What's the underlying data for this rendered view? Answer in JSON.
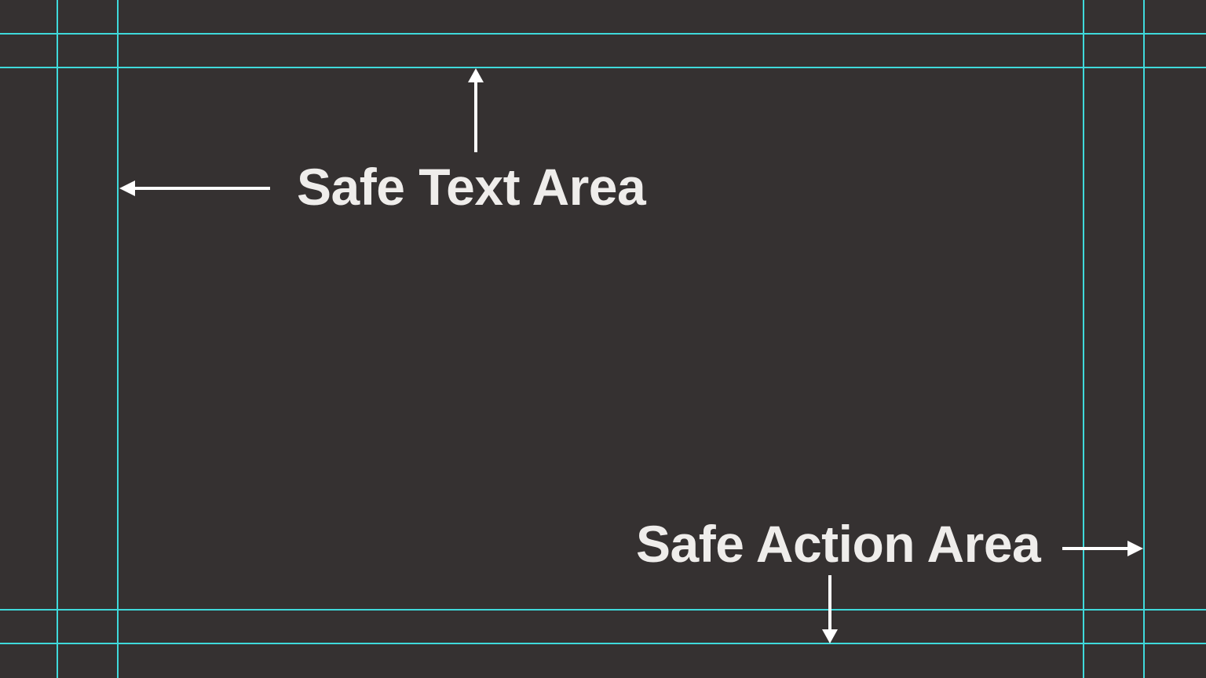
{
  "diagram": {
    "background_color": "#353131",
    "guide_color": "#3fd9db",
    "text_color": "#efedeb",
    "guides": {
      "vertical_x": [
        73,
        150,
        1380,
        1457
      ],
      "horizontal_y": [
        43,
        86,
        777,
        820
      ]
    },
    "labels": {
      "safe_text_area": "Safe Text Area",
      "safe_action_area": "Safe Action Area"
    },
    "arrows": [
      {
        "name": "arrow-left-to-safe-text-edge",
        "direction": "left"
      },
      {
        "name": "arrow-up-to-safe-text-edge",
        "direction": "up"
      },
      {
        "name": "arrow-right-to-safe-action-edge",
        "direction": "right"
      },
      {
        "name": "arrow-down-to-safe-action-edge",
        "direction": "down"
      }
    ]
  }
}
